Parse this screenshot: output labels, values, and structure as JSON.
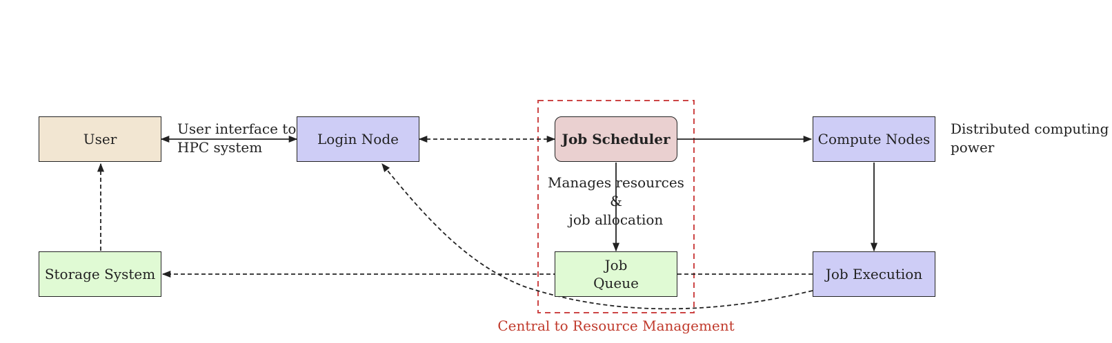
{
  "nodes": {
    "user": "User",
    "login": "Login Node",
    "scheduler": "Job Scheduler",
    "compute": "Compute Nodes",
    "storage": "Storage System",
    "queue_line1": "Job",
    "queue_line2": "Queue",
    "execution": "Job Execution"
  },
  "labels": {
    "user_login_line1": "User interface to",
    "user_login_line2": "HPC system",
    "compute_line1": "Distributed computing",
    "compute_line2": "power",
    "sched_line1": "Manages resources",
    "sched_line2": "&",
    "sched_line3": "job allocation",
    "group_caption": "Central to Resource Management"
  },
  "colors": {
    "user_fill": "#f2e6d2",
    "node_fill": "#cecdf6",
    "scheduler_fill": "#ead0d0",
    "green_fill": "#e0fad4",
    "group_border": "#cc4444",
    "group_caption": "#c0392b"
  }
}
